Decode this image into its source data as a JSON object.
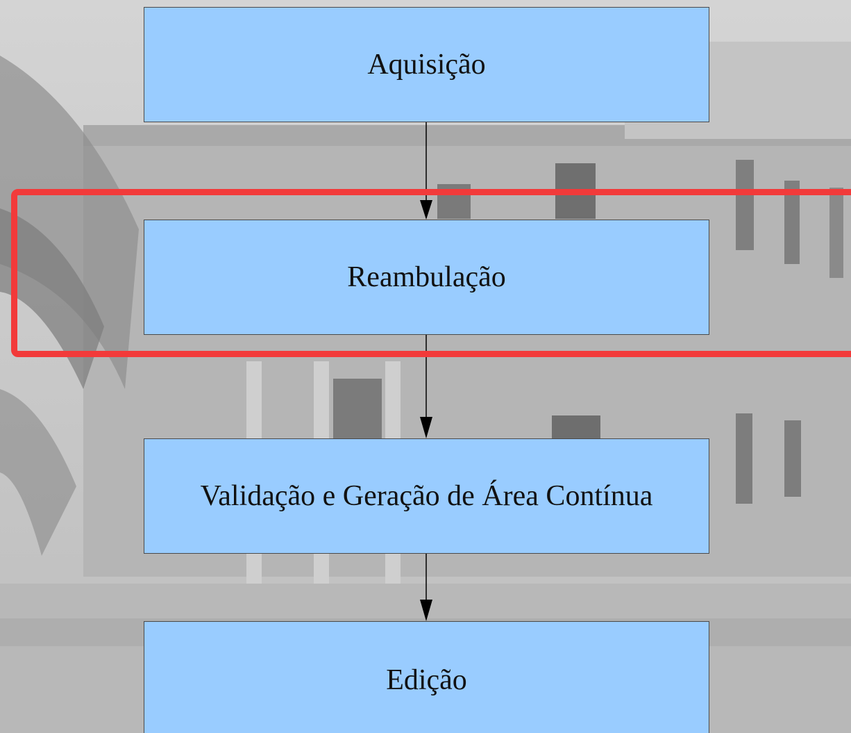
{
  "steps": [
    {
      "label": "Aquisição"
    },
    {
      "label": "Reambulação"
    },
    {
      "label": "Validação e Geração de Área Contínua"
    },
    {
      "label": "Edição"
    }
  ],
  "colors": {
    "box_fill": "#99ccff",
    "box_border": "#4a4a4a",
    "highlight": "#f23a3a",
    "arrow": "#000000"
  },
  "highlighted_step": "Reambulação"
}
